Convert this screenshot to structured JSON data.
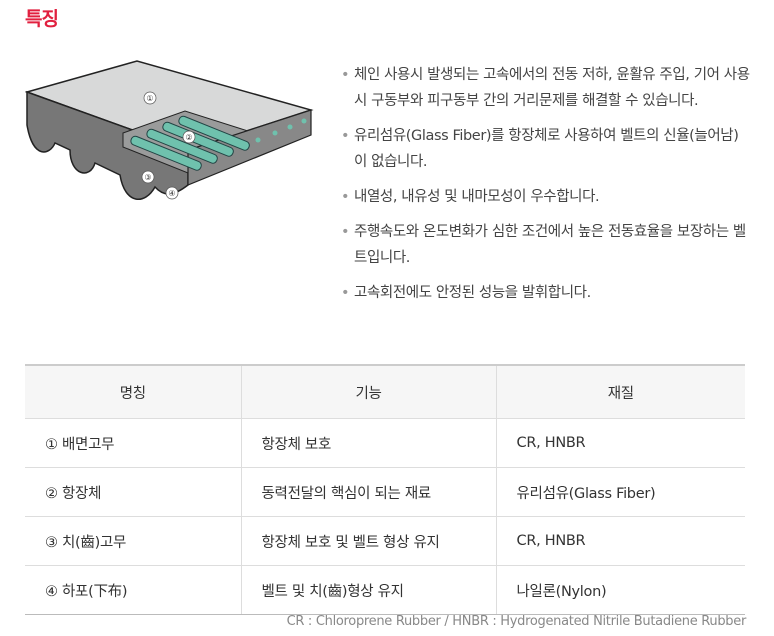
{
  "title": "특징",
  "diagram": {
    "markers": [
      "①",
      "②",
      "③",
      "④"
    ]
  },
  "features": [
    "체인 사용시 발생되는 고속에서의 전동 저하, 윤활유 주입, 기어 사용 시 구동부와 피구동부 간의 거리문제를 해결할 수 있습니다.",
    "유리섬유(Glass Fiber)를 항장체로 사용하여 벨트의 신율(늘어남)이 없습니다.",
    "내열성, 내유성 및 내마모성이 우수합니다.",
    "주행속도와 온도변화가 심한 조건에서 높은 전동효율을 보장하는 벨트입니다.",
    "고속회전에도 안정된 성능을 발휘합니다."
  ],
  "table": {
    "headers": [
      "명칭",
      "기능",
      "재질"
    ],
    "rows": [
      [
        "① 배면고무",
        "항장체 보호",
        "CR, HNBR"
      ],
      [
        "② 항장체",
        "동력전달의 핵심이 되는 재료",
        "유리섬유(Glass Fiber)"
      ],
      [
        "③ 치(齒)고무",
        "항장체 보호 및 벨트 형상 유지",
        "CR, HNBR"
      ],
      [
        "④ 하포(下布)",
        "벨트 및 치(齒)형상 유지",
        "나일론(Nylon)"
      ]
    ]
  },
  "note": "CR : Chloroprene Rubber / HNBR : Hydrogenated Nitrile Butadiene Rubber",
  "colors": {
    "accent": "#e1203f",
    "cord": "#6fc1ad"
  }
}
